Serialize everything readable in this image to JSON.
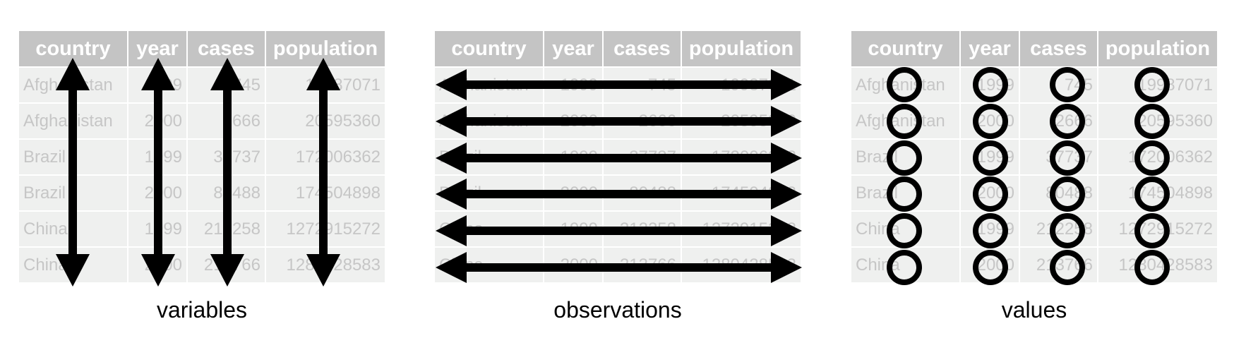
{
  "table": {
    "headers": [
      "country",
      "year",
      "cases",
      "population"
    ],
    "rows": [
      [
        "Afghanistan",
        "1999",
        "745",
        "19987071"
      ],
      [
        "Afghanistan",
        "2000",
        "2666",
        "20595360"
      ],
      [
        "Brazil",
        "1999",
        "37737",
        "172006362"
      ],
      [
        "Brazil",
        "2000",
        "80488",
        "174504898"
      ],
      [
        "China",
        "1999",
        "212258",
        "1272915272"
      ],
      [
        "China",
        "2000",
        "213766",
        "1280428583"
      ]
    ]
  },
  "captions": {
    "variables": "variables",
    "observations": "observations",
    "values": "values"
  },
  "colors": {
    "header_bg": "#c4c4c4",
    "header_text": "#ffffff",
    "cell_bg": "#eff0ef",
    "cell_text": "#c6c6c6",
    "marks": "#000000"
  },
  "marks": {
    "variables": "vertical-double-arrow",
    "observations": "horizontal-double-arrow",
    "values": "circle"
  }
}
